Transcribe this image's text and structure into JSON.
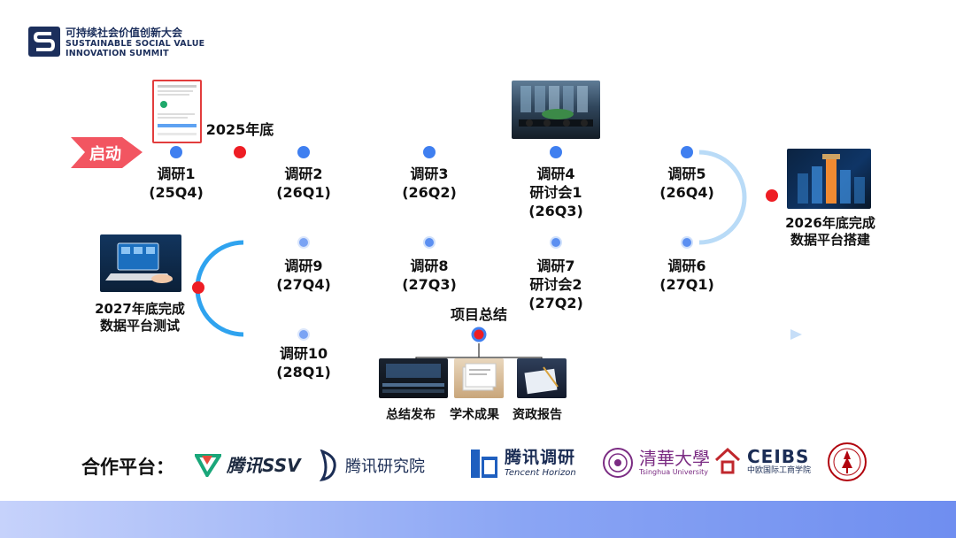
{
  "header": {
    "title_cn": "可持续社会价值创新大会",
    "title_en_line1": "SUSTAINABLE SOCIAL VALUE",
    "title_en_line2": "INNOVATION SUMMIT"
  },
  "start_label": "启动",
  "milestones": {
    "m2025": "2025年底",
    "m2026": [
      "2026年底完成",
      "数据平台搭建"
    ],
    "m2027": [
      "2027年底完成",
      "数据平台测试"
    ],
    "summary": "项目总结"
  },
  "stations": [
    {
      "name": "调研1",
      "extra": "",
      "quarter": "(25Q4)"
    },
    {
      "name": "调研2",
      "extra": "",
      "quarter": "(26Q1)"
    },
    {
      "name": "调研3",
      "extra": "",
      "quarter": "(26Q2)"
    },
    {
      "name": "调研4",
      "extra": "研讨会1",
      "quarter": "(26Q3)"
    },
    {
      "name": "调研5",
      "extra": "",
      "quarter": "(26Q4)"
    },
    {
      "name": "调研6",
      "extra": "",
      "quarter": "(27Q1)"
    },
    {
      "name": "调研7",
      "extra": "研讨会2",
      "quarter": "(27Q2)"
    },
    {
      "name": "调研8",
      "extra": "",
      "quarter": "(27Q3)"
    },
    {
      "name": "调研9",
      "extra": "",
      "quarter": "(27Q4)"
    },
    {
      "name": "调研10",
      "extra": "",
      "quarter": "(28Q1)"
    }
  ],
  "outputs": [
    "总结发布",
    "学术成果",
    "资政报告"
  ],
  "partners": {
    "label": "合作平台：",
    "ssv": "腾讯SSV",
    "research_institute": "腾讯研究院",
    "tencent_horizon_cn": "腾讯调研",
    "tencent_horizon_en": "Tencent Horizon",
    "tsinghua_cn": "清華大學",
    "tsinghua_en": "Tsinghua University",
    "ceibs_en": "CEIBS",
    "ceibs_cn": "中欧国际工商学院"
  },
  "colors": {
    "track": "#2fa3ef",
    "station": "#3f7ff0",
    "milestone": "#ee1d24",
    "start_arrow": "#f25561"
  }
}
